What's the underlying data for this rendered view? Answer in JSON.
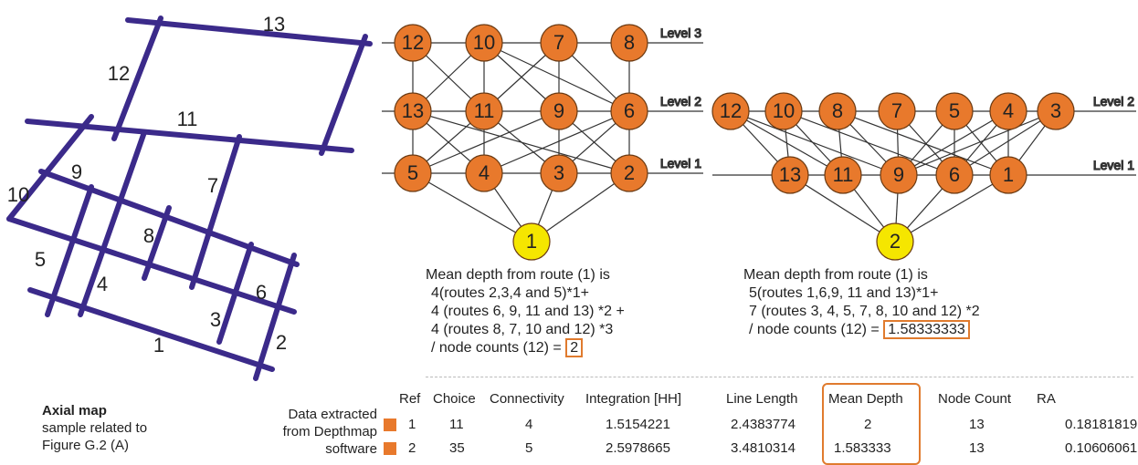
{
  "axial_map": {
    "line_labels": [
      "13",
      "12",
      "11",
      "10",
      "9",
      "8",
      "7",
      "6",
      "5",
      "4",
      "3",
      "2",
      "1"
    ],
    "line_color": "#3b2a8a",
    "caption_title": "Axial map",
    "caption_body_1": "sample related to",
    "caption_body_2": "Figure G.2 (A)"
  },
  "graph_left": {
    "level_labels": [
      "Level 3",
      "Level 2",
      "Level 1"
    ],
    "level3": [
      "12",
      "10",
      "7",
      "8"
    ],
    "level2": [
      "13",
      "11",
      "9",
      "6"
    ],
    "level1": [
      "5",
      "4",
      "3",
      "2"
    ],
    "root": "1",
    "text": {
      "l1": "Mean depth from route (1) is",
      "l2": "4(routes 2,3,4 and 5)*1+",
      "l3": "4 (routes 6, 9, 11 and 13) *2 +",
      "l4": "4 (routes 8, 7, 10 and 12) *3",
      "l5a": "/ node counts (12) =",
      "l5b": "2"
    }
  },
  "graph_right": {
    "level_labels": [
      "Level 2",
      "Level 1"
    ],
    "level2": [
      "12",
      "10",
      "8",
      "7",
      "5",
      "4",
      "3"
    ],
    "level1": [
      "13",
      "11",
      "9",
      "6",
      "1"
    ],
    "root": "2",
    "text": {
      "l1": "Mean depth from route (1) is",
      "l2": "5(routes 1,6,9, 11  and 13)*1+",
      "l3": "7 (routes 3, 4, 5, 7, 8, 10 and 12) *2",
      "l4a": "/ node counts (12) =",
      "l4b": "1.58333333"
    }
  },
  "colors": {
    "node_orange": "#e8792c",
    "node_yellow": "#f5e600",
    "highlight": "#e07b2e"
  },
  "table": {
    "side_label_1": "Data extracted",
    "side_label_2": "from Depthmap",
    "side_label_3": "software",
    "headers": [
      "Ref",
      "Choice",
      "Connectivity",
      "Integration [HH]",
      "Line Length",
      "Mean Depth",
      "Node Count",
      "RA"
    ],
    "rows": [
      [
        "1",
        "11",
        "4",
        "1.5154221",
        "2.4383774",
        "2",
        "13",
        "0.18181819"
      ],
      [
        "2",
        "35",
        "5",
        "2.5978665",
        "3.4810314",
        "1.583333",
        "13",
        "0.10606061"
      ]
    ]
  }
}
